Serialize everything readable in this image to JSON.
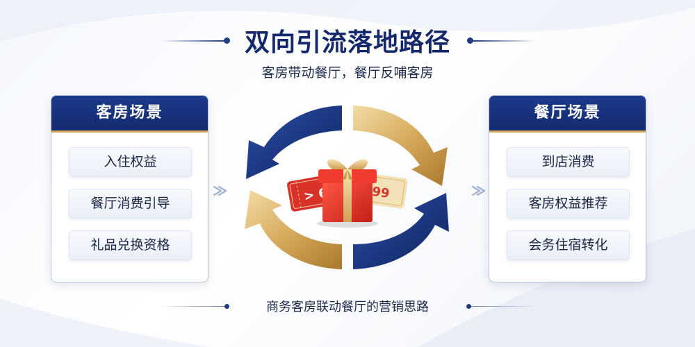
{
  "title": "双向引流落地路径",
  "subtitle": "客房带动餐厅，餐厅反哺客房",
  "left_panel": {
    "header": "客房场景",
    "items": [
      "入住权益",
      "餐厅消费引导",
      "礼品兑换资格"
    ]
  },
  "right_panel": {
    "header": "餐厅场景",
    "items": [
      "到店消费",
      "客房权益推荐",
      "会务住宿转化"
    ]
  },
  "center": {
    "voucher_left_text": "> 6",
    "voucher_right_text": "99"
  },
  "footer": "商务客房联动餐厅的营销思路",
  "colors": {
    "navy": "#14286b",
    "gold": "#d2a85a",
    "gift_red": "#e0352b"
  }
}
